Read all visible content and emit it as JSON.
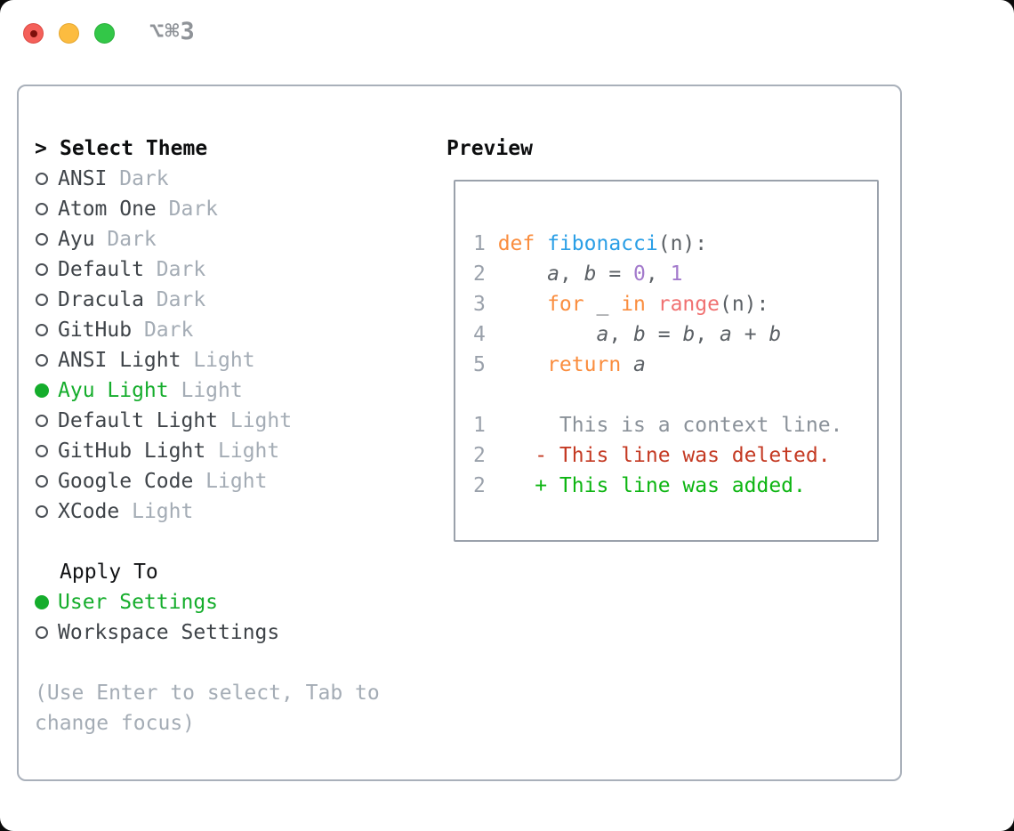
{
  "window": {
    "shortcut": "⌥⌘3",
    "traffic_lights": {
      "close_color": "#f4605a",
      "minimize_color": "#fcbc40",
      "zoom_color": "#33c748"
    }
  },
  "theme_selector": {
    "title_prefix": ">",
    "title": "Select Theme",
    "items": [
      {
        "name": "ANSI",
        "variant": "Dark",
        "selected": false
      },
      {
        "name": "Atom One",
        "variant": "Dark",
        "selected": false
      },
      {
        "name": "Ayu",
        "variant": "Dark",
        "selected": false
      },
      {
        "name": "Default",
        "variant": "Dark",
        "selected": false
      },
      {
        "name": "Dracula",
        "variant": "Dark",
        "selected": false
      },
      {
        "name": "GitHub",
        "variant": "Dark",
        "selected": false
      },
      {
        "name": "ANSI Light",
        "variant": "Light",
        "selected": false
      },
      {
        "name": "Ayu Light",
        "variant": "Light",
        "selected": true
      },
      {
        "name": "Default Light",
        "variant": "Light",
        "selected": false
      },
      {
        "name": "GitHub Light",
        "variant": "Light",
        "selected": false
      },
      {
        "name": "Google Code",
        "variant": "Light",
        "selected": false
      },
      {
        "name": "XCode",
        "variant": "Light",
        "selected": false
      }
    ]
  },
  "apply_to": {
    "title": "Apply To",
    "options": [
      {
        "label": "User Settings",
        "selected": true
      },
      {
        "label": "Workspace Settings",
        "selected": false
      }
    ]
  },
  "hint": "(Use Enter to select, Tab to change focus)",
  "preview": {
    "title": "Preview",
    "code_lines": [
      {
        "number": "1",
        "tokens": [
          [
            "k",
            "def"
          ],
          [
            "p",
            " "
          ],
          [
            "f",
            "fibonacci"
          ],
          [
            "p",
            "(n):"
          ]
        ]
      },
      {
        "number": "2",
        "tokens": [
          [
            "p",
            "    "
          ],
          [
            "v",
            "a"
          ],
          [
            "p",
            ", "
          ],
          [
            "v",
            "b"
          ],
          [
            "p",
            " = "
          ],
          [
            "n",
            "0"
          ],
          [
            "p",
            ", "
          ],
          [
            "n",
            "1"
          ]
        ]
      },
      {
        "number": "3",
        "tokens": [
          [
            "p",
            "    "
          ],
          [
            "k",
            "for"
          ],
          [
            "p",
            " _ "
          ],
          [
            "k",
            "in"
          ],
          [
            "p",
            " "
          ],
          [
            "c",
            "range"
          ],
          [
            "p",
            "(n):"
          ]
        ]
      },
      {
        "number": "4",
        "tokens": [
          [
            "p",
            "        "
          ],
          [
            "v",
            "a"
          ],
          [
            "p",
            ", "
          ],
          [
            "v",
            "b"
          ],
          [
            "p",
            " = "
          ],
          [
            "v",
            "b"
          ],
          [
            "p",
            ", "
          ],
          [
            "v",
            "a"
          ],
          [
            "p",
            " + "
          ],
          [
            "v",
            "b"
          ]
        ]
      },
      {
        "number": "5",
        "tokens": [
          [
            "p",
            "    "
          ],
          [
            "k",
            "return"
          ],
          [
            "p",
            " "
          ],
          [
            "v",
            "a"
          ]
        ]
      }
    ],
    "diff_lines": [
      {
        "number": "1",
        "marker": " ",
        "text": "This is a context line.",
        "type": "context"
      },
      {
        "number": "2",
        "marker": "-",
        "text": "This line was deleted.",
        "type": "deleted"
      },
      {
        "number": "2",
        "marker": "+",
        "text": "This line was added.",
        "type": "added"
      }
    ]
  },
  "colors": {
    "panel_border": "#a9b0ba",
    "preview_border": "#9aa1ab",
    "selection_green": "#15ad2c",
    "diff_added": "#0db512",
    "diff_deleted": "#c43a23",
    "diff_context": "#8a9199",
    "syntax_keyword": "#fa8d3e",
    "syntax_function": "#2b9fe6",
    "syntax_builtin": "#f07171",
    "syntax_number": "#a37acc",
    "syntax_plain": "#5c6166",
    "muted_text": "#a4acb5",
    "line_number": "#9aa1ab"
  }
}
